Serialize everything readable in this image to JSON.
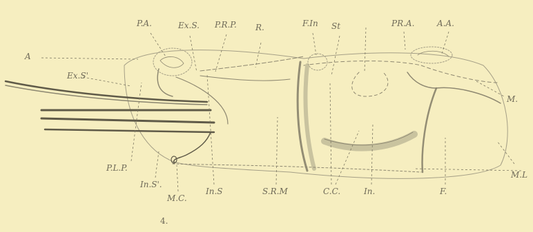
{
  "figure_number": "4.",
  "labels": {
    "PA": "P.A.",
    "ExS": "Ex.S.",
    "PRP": "P.R.P.",
    "R": "R.",
    "FIn": "F.In",
    "St": "St",
    "PRA": "PR.A.",
    "AA": "A.A.",
    "A": "A",
    "ExS1": "Ex.S'",
    "M": "M.",
    "PLP": "P.L.P.",
    "InS1": "In.S'.",
    "MC": "M.C.",
    "InS": "In.S",
    "SRM": "S.R.M",
    "CC": "C.C.",
    "In": "In.",
    "F": "F.",
    "ML": "M.L"
  },
  "colors": {
    "paper": "#f6eec0",
    "ink": "#6f6a58",
    "shade": "#c9c39f"
  }
}
